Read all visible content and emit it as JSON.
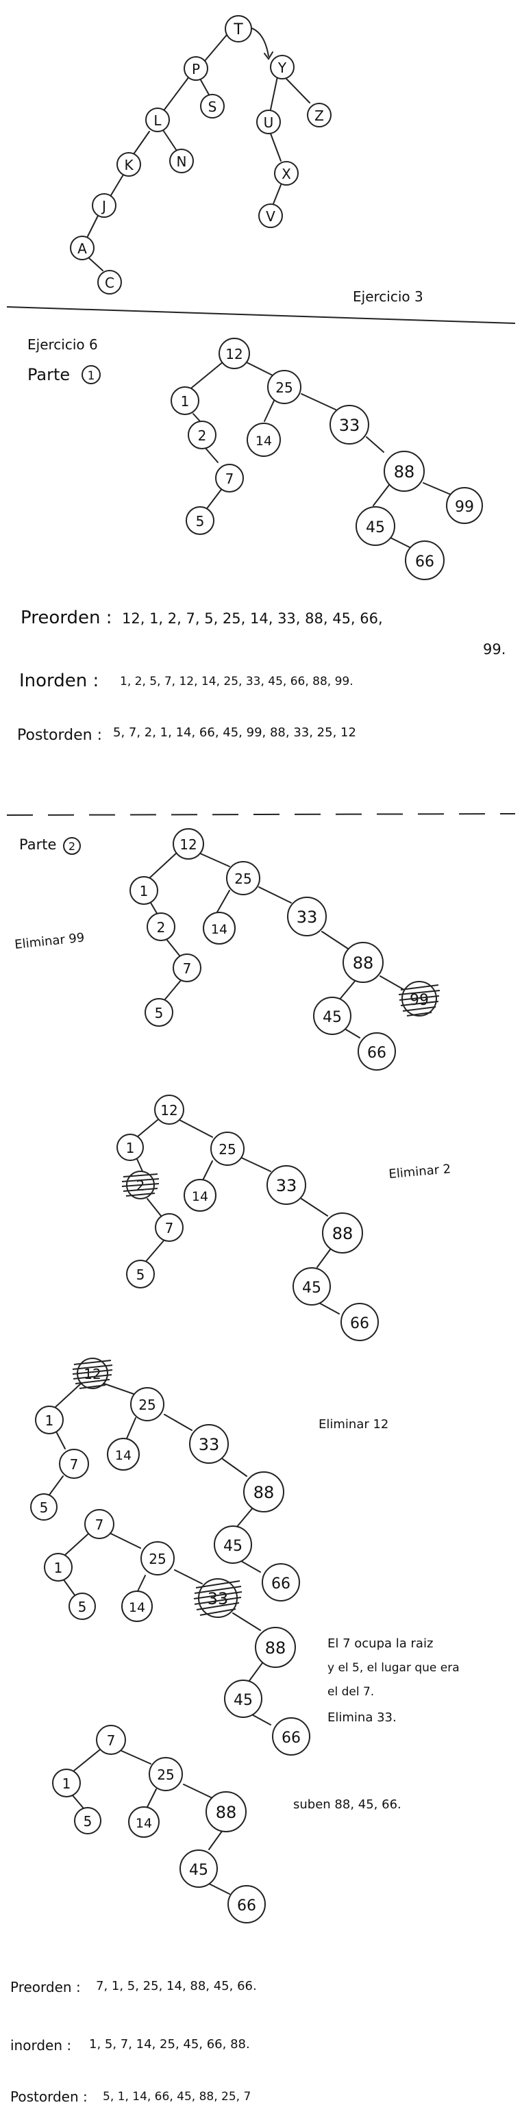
{
  "exercise3": {
    "label": "Ejercicio 3",
    "tree": [
      "T",
      "P",
      "S",
      "L",
      "N",
      "K",
      "J",
      "A",
      "C",
      "Y",
      "U",
      "Z",
      "X",
      "V"
    ]
  },
  "exercise6": {
    "title": "Ejercicio 6",
    "part1": {
      "label": "Parte",
      "number": "1",
      "tree": [
        "12",
        "1",
        "2",
        "7",
        "5",
        "25",
        "14",
        "33",
        "88",
        "99",
        "45",
        "66"
      ],
      "preorden": {
        "label": "Preorden :",
        "value": "12, 1, 2, 7, 5, 25, 14, 33, 88, 45, 66,",
        "wrap": "99."
      },
      "inorden": {
        "label": "Inorden :",
        "value": "1, 2, 5, 7, 12, 14, 25, 33, 45, 66, 88, 99."
      },
      "postorden": {
        "label": "Postorden :",
        "value": "5, 7, 2, 1, 14, 66, 45, 99, 88, 33, 25, 12"
      }
    },
    "part2": {
      "label": "Parte",
      "number": "2",
      "steps": [
        {
          "note": "Eliminar 99",
          "tree": [
            "12",
            "1",
            "2",
            "7",
            "5",
            "25",
            "14",
            "33",
            "88",
            "45",
            "66",
            "99"
          ],
          "deleted": "99"
        },
        {
          "note": "Eliminar 2",
          "tree": [
            "12",
            "1",
            "2",
            "7",
            "5",
            "25",
            "14",
            "33",
            "88",
            "45",
            "66"
          ],
          "deleted": "2"
        },
        {
          "note": "Eliminar 12",
          "tree": [
            "12",
            "1",
            "7",
            "5",
            "25",
            "14",
            "33",
            "88",
            "45",
            "66"
          ],
          "deleted": "12"
        },
        {
          "note_lines": [
            "El 7 ocupa la raiz",
            "y el 5, el lugar que era",
            "el del 7.",
            "Elimina 33."
          ],
          "tree": [
            "7",
            "1",
            "5",
            "25",
            "14",
            "33",
            "88",
            "45",
            "66"
          ],
          "deleted": "33"
        },
        {
          "note": "suben 88, 45, 66.",
          "tree": [
            "7",
            "1",
            "5",
            "25",
            "14",
            "88",
            "45",
            "66"
          ]
        }
      ],
      "preorden": {
        "label": "Preorden :",
        "value": "7, 1, 5, 25, 14, 88, 45, 66."
      },
      "inorden": {
        "label": "inorden :",
        "value": "1, 5, 7, 14, 25, 45, 66, 88."
      },
      "postorden": {
        "label": "Postorden :",
        "value": "5, 1, 14, 66, 45, 88, 25, 7"
      }
    }
  }
}
